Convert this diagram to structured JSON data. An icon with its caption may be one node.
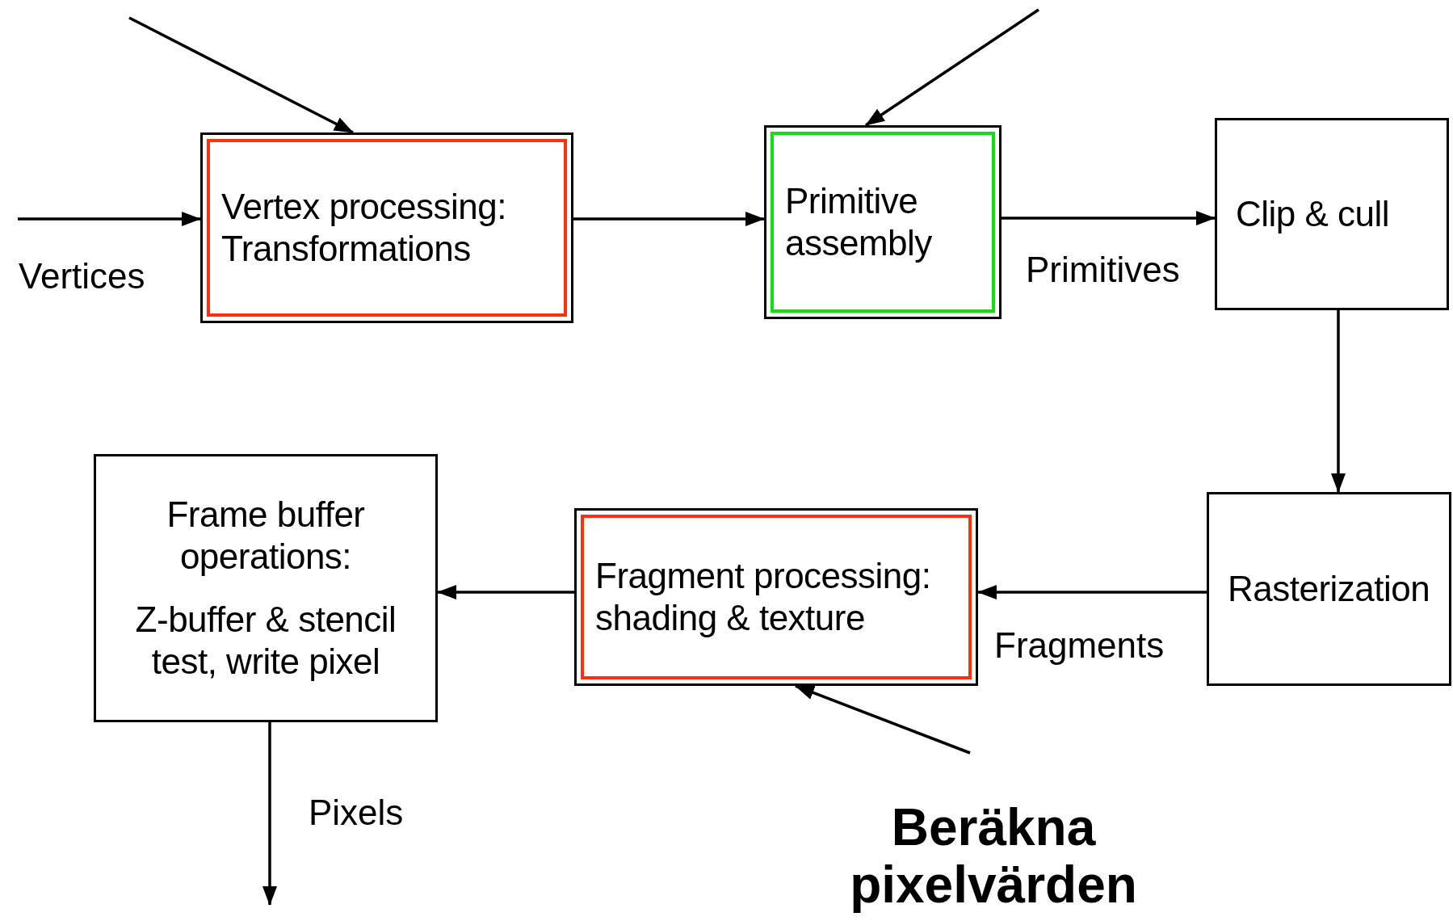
{
  "diagram": {
    "nodes": [
      {
        "text": [
          "Vertex processing: Transformations"
        ]
      },
      {
        "text": [
          "Primitive assembly"
        ]
      },
      {
        "text": [
          "Clip & cull"
        ]
      },
      {
        "text": [
          "Rasterization"
        ]
      },
      {
        "text": [
          "Fragment processing: shading & texture"
        ]
      },
      {
        "text": [
          "Frame buffer operations:",
          "Z-buffer & stencil test, write pixel"
        ]
      },
      {
        "text": [
          "Beräkna pixelvärden"
        ]
      }
    ],
    "edges": [
      {
        "from": null,
        "to": 0,
        "arrow": "to",
        "label": "Vertices"
      },
      {
        "from": 0,
        "to": 1,
        "arrow": "to"
      },
      {
        "from": 1,
        "to": 2,
        "arrow": "to",
        "label": "Primitives"
      },
      {
        "from": 2,
        "to": 3,
        "arrow": "to"
      },
      {
        "from": 3,
        "to": 4,
        "arrow": "to",
        "label": "Fragments"
      },
      {
        "from": 4,
        "to": 5,
        "arrow": "to"
      },
      {
        "from": 5,
        "to": null,
        "arrow": "to",
        "label": "Pixels"
      },
      {
        "from": null,
        "to": 0,
        "arrow": "to"
      },
      {
        "from": null,
        "to": 1,
        "arrow": "to"
      },
      {
        "from": 6,
        "to": 4,
        "arrow": "to"
      }
    ]
  }
}
